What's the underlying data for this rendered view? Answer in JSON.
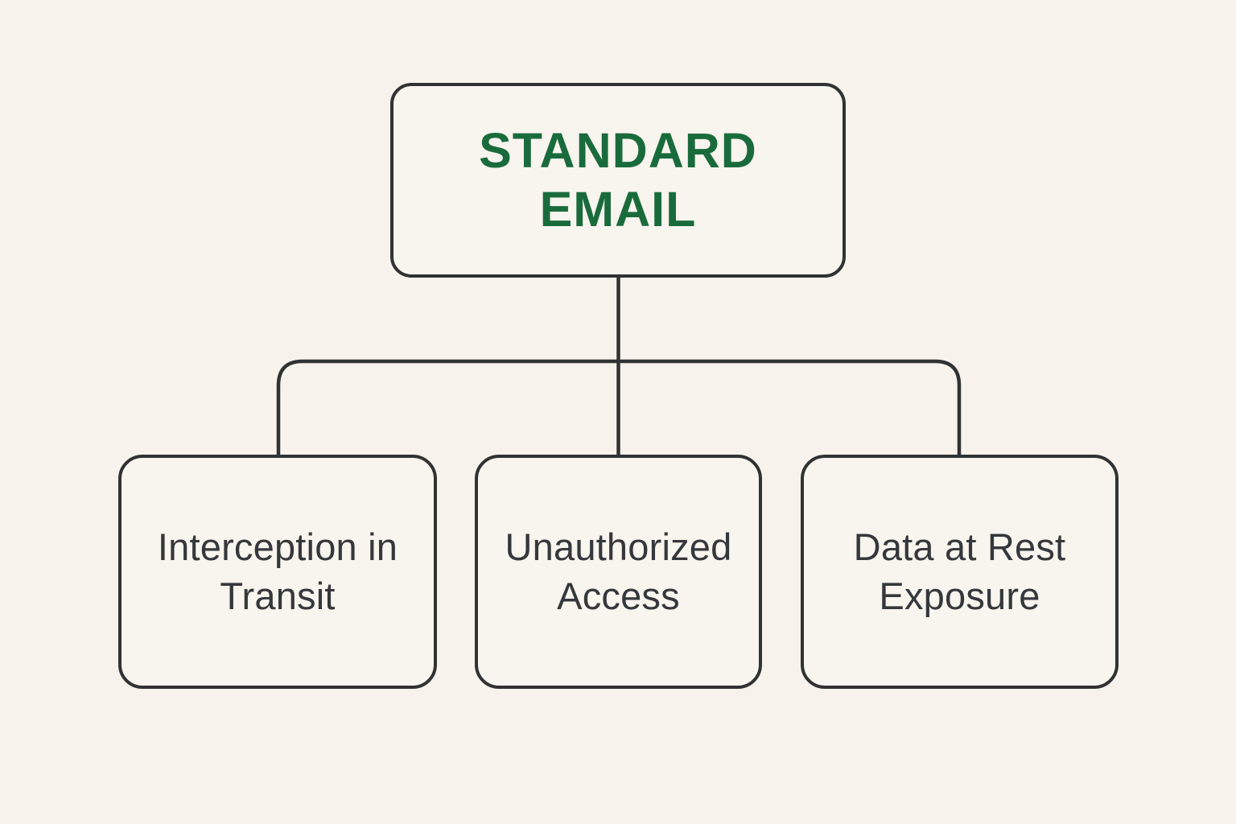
{
  "diagram": {
    "type": "org-chart",
    "root": {
      "label": "STANDARD EMAIL"
    },
    "children": [
      {
        "label": "Interception in Transit"
      },
      {
        "label": "Unauthorized Access"
      },
      {
        "label": "Data at Rest Exposure"
      }
    ],
    "colors": {
      "background": "#f7f3ec",
      "box_fill": "#f8f4ee",
      "box_border": "#303233",
      "root_text": "#1a6b3c",
      "child_text": "#35383b",
      "connector": "#303233"
    }
  }
}
